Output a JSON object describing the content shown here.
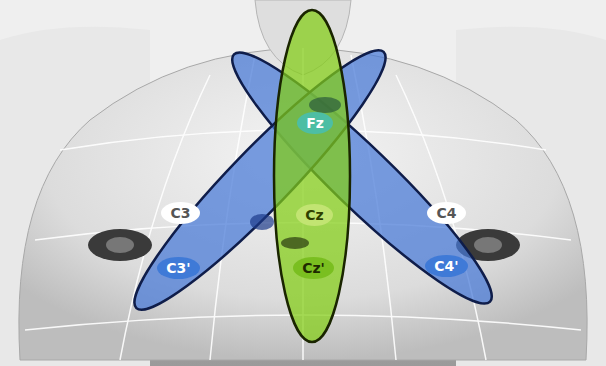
{
  "diagram": {
    "nodes": [
      {
        "text": [
          "Fz"
        ]
      },
      {
        "text": [
          "C3"
        ]
      },
      {
        "text": [
          "Cz"
        ]
      },
      {
        "text": [
          "C4"
        ]
      },
      {
        "text": [
          "C3'"
        ]
      },
      {
        "text": [
          "Cz'"
        ]
      },
      {
        "text": [
          "C4'"
        ]
      }
    ]
  }
}
